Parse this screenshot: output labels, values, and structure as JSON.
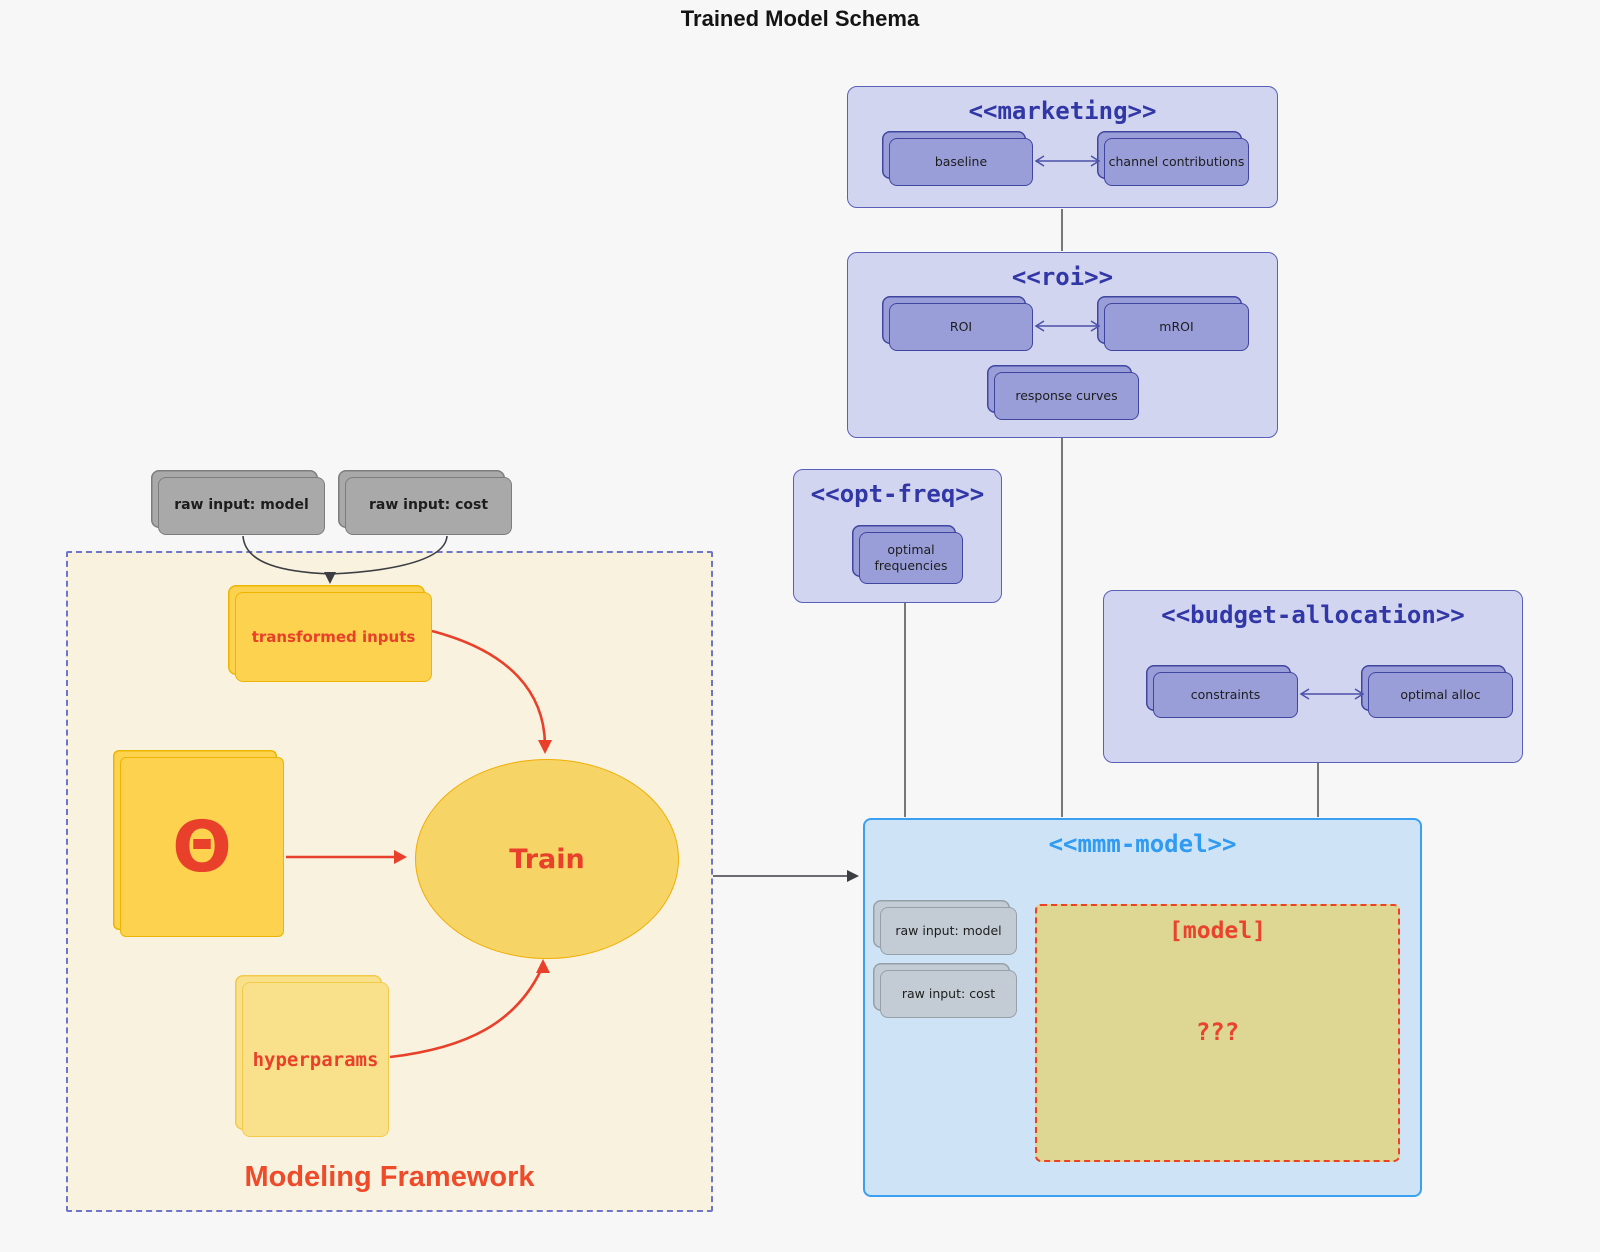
{
  "title": "Trained Model Schema",
  "inputs": {
    "model": "raw input: model",
    "cost": "raw input: cost"
  },
  "framework": {
    "label": "Modeling Framework",
    "transformed": "transformed inputs",
    "theta": "Θ",
    "train": "Train",
    "hyperparams": "hyperparams"
  },
  "marketing": {
    "title": "<<marketing>>",
    "baseline": "baseline",
    "channel": "channel contributions"
  },
  "roi": {
    "title": "<<roi>>",
    "roi": "ROI",
    "mroi": "mROI",
    "response": "response curves"
  },
  "opt_freq": {
    "title": "<<opt-freq>>",
    "optimal": "optimal frequencies"
  },
  "budget": {
    "title": "<<budget-allocation>>",
    "constraints": "constraints",
    "optimal_alloc": "optimal alloc"
  },
  "mmm": {
    "title": "<<mmm-model>>",
    "raw_model": "raw input: model",
    "raw_cost": "raw input: cost",
    "model_box": "[model]",
    "unknown": "???"
  },
  "colors": {
    "page_bg": "#f7f7f8",
    "purple_group_bg": "#d2d5f0",
    "purple_group_border": "#5a60b8",
    "purple_node_bg": "#999ed8",
    "purple_node_border": "#4046a0",
    "purple_title": "#3137a6",
    "mmm_bg": "#cfe3f6",
    "mmm_border": "#3aa0f2",
    "mmm_title": "#2f9bf2",
    "framework_bg": "#f9f2df",
    "framework_border": "#6d76cd",
    "framework_label": "#ee4b2b",
    "yellow_node_bg": "#fcd24e",
    "yellow_node_border": "#edb501",
    "pale_yellow_bg": "#f9e18c",
    "gray_node_bg": "#a9a9a9",
    "light_gray_node_bg": "#c3ccd4",
    "model_box_bg": "#ded693",
    "red_accent": "#e8402a",
    "wire_gray": "#55555c",
    "wire_indigo": "#4b50a8"
  }
}
